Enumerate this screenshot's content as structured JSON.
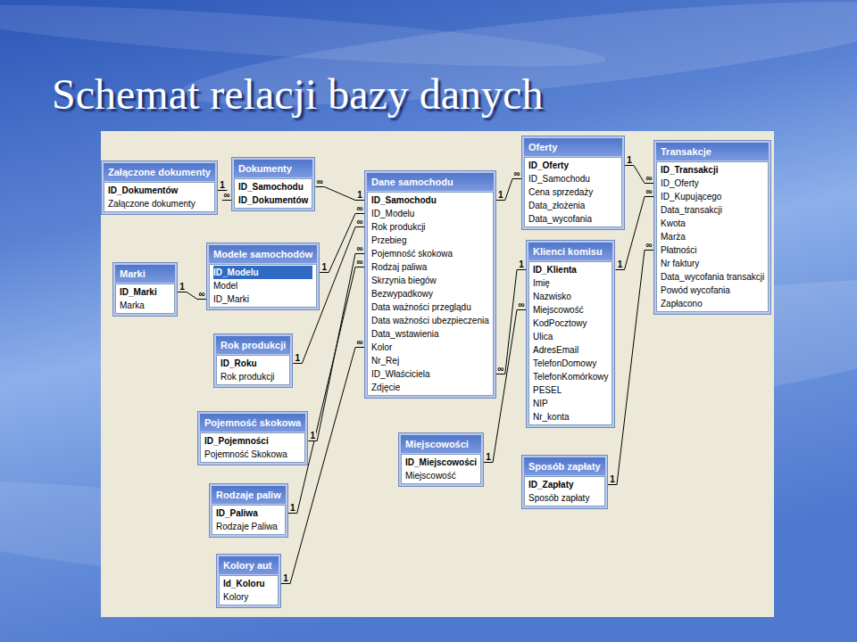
{
  "diagram": {
    "title": "Schemat relacji bazy danych",
    "nodes": [
      {
        "text": [
          "Załączone dokumenty",
          "ID_Dokumentów",
          "Załączone dokumenty"
        ]
      },
      {
        "text": [
          "Dokumenty",
          "ID_Samochodu",
          "ID_Dokumentów"
        ]
      },
      {
        "text": [
          "Dane samochodu",
          "ID_Samochodu",
          "ID_Modelu",
          "Rok produkcji",
          "Przebieg",
          "Pojemność skokowa",
          "Rodzaj paliwa",
          "Skrzynia biegów",
          "Bezwypadkowy",
          "Data ważności przeglądu",
          "Data ważności ubezpieczenia",
          "Data_wstawienia",
          "Kolor",
          "Nr_Rej",
          "ID_Właściciela",
          "Zdjęcie"
        ]
      },
      {
        "text": [
          "Oferty",
          "ID_Oferty",
          "ID_Samochodu",
          "Cena sprzedaży",
          "Data_złożenia",
          "Data_wycofania"
        ]
      },
      {
        "text": [
          "Transakcje",
          "ID_Transakcji",
          "ID_Oferty",
          "ID_Kupującego",
          "Data_transakcji",
          "Kwota",
          "Marża",
          "Płatności",
          "Nr faktury",
          "Data_wycofania transakcji",
          "Powód wycofania",
          "Zapłacono"
        ]
      },
      {
        "text": [
          "Marki",
          "ID_Marki",
          "Marka"
        ]
      },
      {
        "text": [
          "Modele samochodów",
          "ID_Modelu",
          "Model",
          "ID_Marki"
        ]
      },
      {
        "text": [
          "Klienci komisu",
          "ID_Klienta",
          "Imię",
          "Nazwisko",
          "Miejscowość",
          "KodPocztowy",
          "Ulica",
          "AdresEmail",
          "TelefonDomowy",
          "TelefonKomórkowy",
          "PESEL",
          "NIP",
          "Nr_konta"
        ]
      },
      {
        "text": [
          "Rok produkcji",
          "ID_Roku",
          "Rok produkcji"
        ]
      },
      {
        "text": [
          "Pojemność skokowa",
          "ID_Pojemności",
          "Pojemność Skokowa"
        ]
      },
      {
        "text": [
          "Miejscowości",
          "ID_Miejscowości",
          "Miejscowość"
        ]
      },
      {
        "text": [
          "Sposób zapłaty",
          "ID_Zapłaty",
          "Sposób zapłaty"
        ]
      },
      {
        "text": [
          "Rodzaje paliw",
          "ID_Paliwa",
          "Rodzaje Paliwa"
        ]
      },
      {
        "text": [
          "Kolory aut",
          "Id_Koloru",
          "Kolory"
        ]
      }
    ],
    "edges": [
      {
        "from": 0,
        "to": 1,
        "arrow": "none",
        "label": "1"
      },
      {
        "from": 2,
        "to": 1,
        "arrow": "none",
        "label": "1"
      },
      {
        "from": 2,
        "to": 3,
        "arrow": "none",
        "label": "1"
      },
      {
        "from": 3,
        "to": 4,
        "arrow": "none",
        "label": "1"
      },
      {
        "from": 6,
        "to": 2,
        "arrow": "none",
        "label": "1"
      },
      {
        "from": 5,
        "to": 6,
        "arrow": "none",
        "label": "1"
      },
      {
        "from": 8,
        "to": 2,
        "arrow": "none",
        "label": "1"
      },
      {
        "from": 9,
        "to": 2,
        "arrow": "none",
        "label": "1"
      },
      {
        "from": 12,
        "to": 2,
        "arrow": "none",
        "label": "1"
      },
      {
        "from": 13,
        "to": 2,
        "arrow": "none",
        "label": "1"
      },
      {
        "from": 7,
        "to": 2,
        "arrow": "none",
        "label": "1"
      },
      {
        "from": 7,
        "to": 4,
        "arrow": "none",
        "label": "1"
      },
      {
        "from": 10,
        "to": 7,
        "arrow": "none",
        "label": "1"
      },
      {
        "from": 11,
        "to": 4,
        "arrow": "none",
        "label": "1"
      }
    ],
    "labels": [
      "∞",
      "∞",
      "∞",
      "∞",
      "∞",
      "∞",
      "∞",
      "∞",
      "∞",
      "∞",
      "∞",
      "∞",
      "∞",
      "∞"
    ]
  }
}
